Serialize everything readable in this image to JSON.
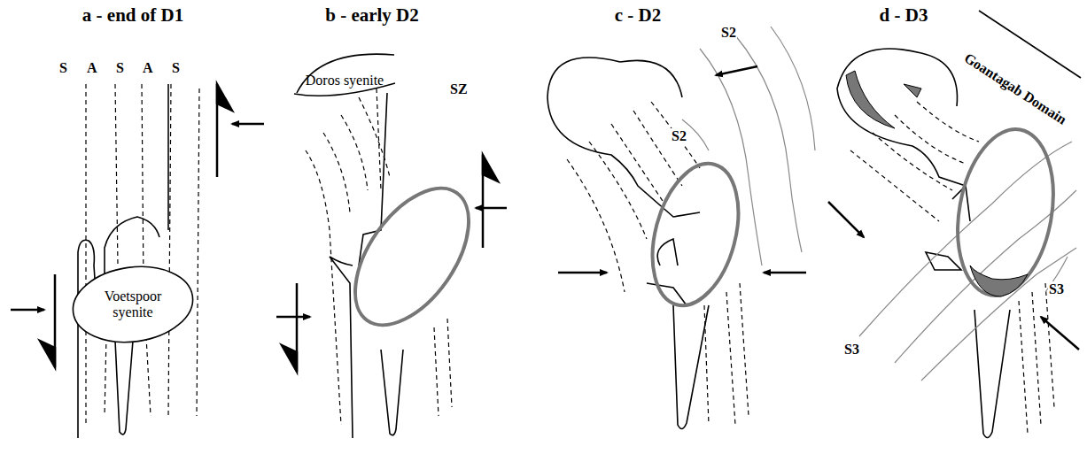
{
  "diagram": {
    "nodes": [
      {
        "text": [
          "Voetspoor syenite"
        ]
      },
      {
        "text": [
          "Doros syenite"
        ]
      }
    ],
    "labels": [
      "a - end of D1",
      "b - early D2",
      "c - D2",
      "d - D3",
      "S",
      "A",
      "S",
      "A",
      "S",
      "SZ",
      "S2",
      "S2",
      "S3",
      "S3",
      "Goantagab Domain"
    ]
  }
}
